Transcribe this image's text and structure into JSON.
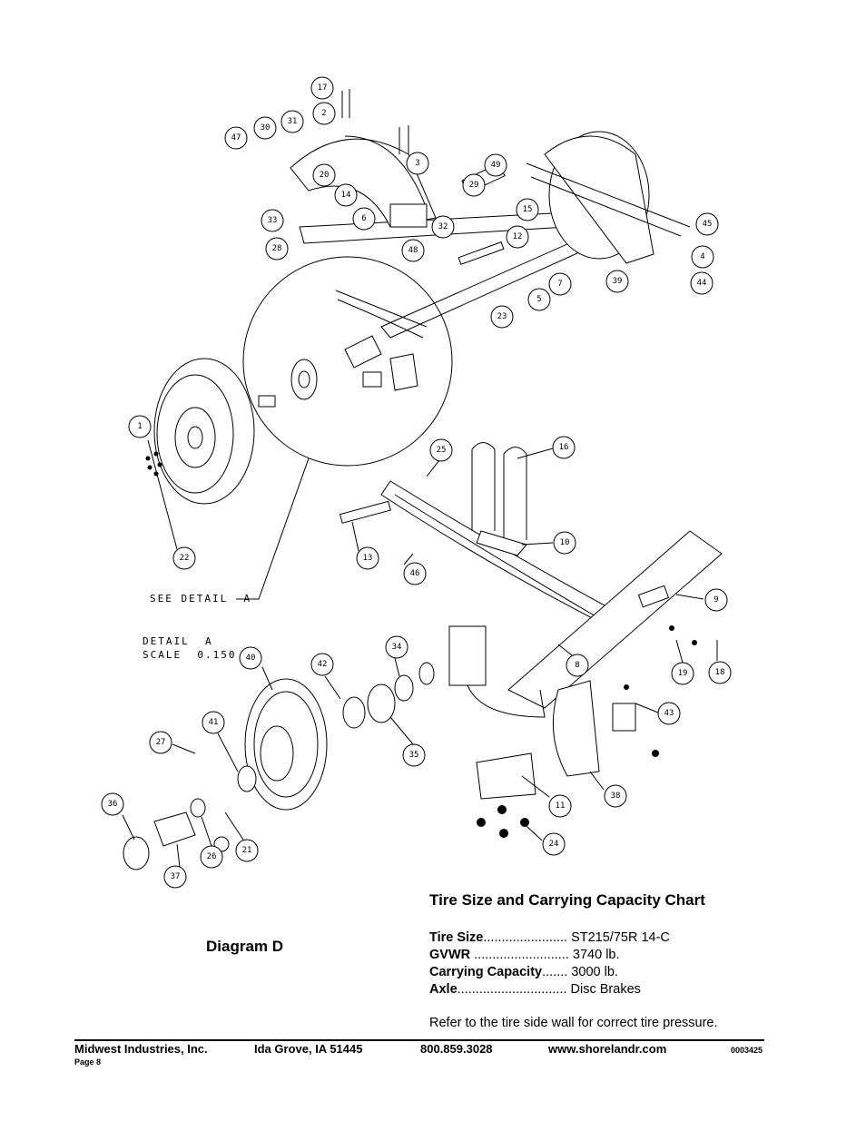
{
  "diagram": {
    "title": "Diagram D",
    "see_detail": "SEE DETAIL  A",
    "detail_title": "DETAIL  A",
    "detail_scale": "SCALE  0.150",
    "callouts": [
      "17",
      "2",
      "47",
      "30",
      "31",
      "3",
      "20",
      "14",
      "33",
      "6",
      "32",
      "28",
      "48",
      "49",
      "29",
      "15",
      "12",
      "7",
      "5",
      "23",
      "45",
      "4",
      "44",
      "39",
      "1",
      "22",
      "25",
      "16",
      "10",
      "13",
      "46",
      "9",
      "19",
      "18",
      "8",
      "43",
      "40",
      "42",
      "34",
      "35",
      "41",
      "27",
      "36",
      "37",
      "26",
      "21",
      "11",
      "38",
      "24"
    ]
  },
  "chart": {
    "title": "Tire Size and Carrying Capacity Chart",
    "rows": [
      {
        "label": "Tire Size",
        "dots": ".......................",
        "value": "ST215/75R 14-C"
      },
      {
        "label": "GVWR",
        "dots": " ..........................",
        "value": "3740 lb."
      },
      {
        "label": "Carrying Capacity",
        "dots": ".......",
        "value": "3000 lb."
      },
      {
        "label": "Axle",
        "dots": "..............................",
        "value": "Disc Brakes"
      }
    ],
    "note": "Refer to the tire side wall for correct tire pressure."
  },
  "footer": {
    "company": "Midwest Industries, Inc.",
    "location": "Ida Grove, IA  51445",
    "phone": "800.859.3028",
    "website": "www.shorelandr.com",
    "doc_number": "0003425",
    "page": "Page 8"
  }
}
